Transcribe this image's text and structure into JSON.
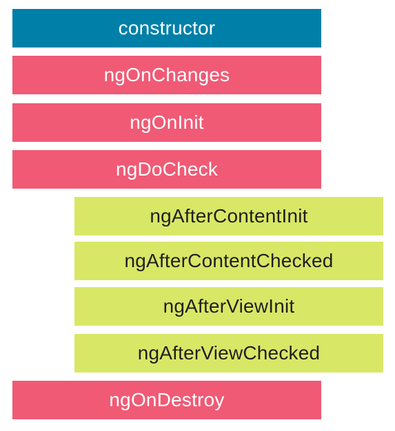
{
  "colors": {
    "constructor": "#0080a8",
    "core_hooks": "#f05a75",
    "child_hooks": "#d9e766",
    "text_light": "#ffffff",
    "text_dark": "#1f1f1f"
  },
  "hooks": {
    "constructor": "constructor",
    "ngOnChanges": "ngOnChanges",
    "ngOnInit": "ngOnInit",
    "ngDoCheck": "ngDoCheck",
    "ngAfterContentInit": "ngAfterContentInit",
    "ngAfterContentChecked": "ngAfterContentChecked",
    "ngAfterViewInit": "ngAfterViewInit",
    "ngAfterViewChecked": "ngAfterViewChecked",
    "ngOnDestroy": "ngOnDestroy"
  }
}
